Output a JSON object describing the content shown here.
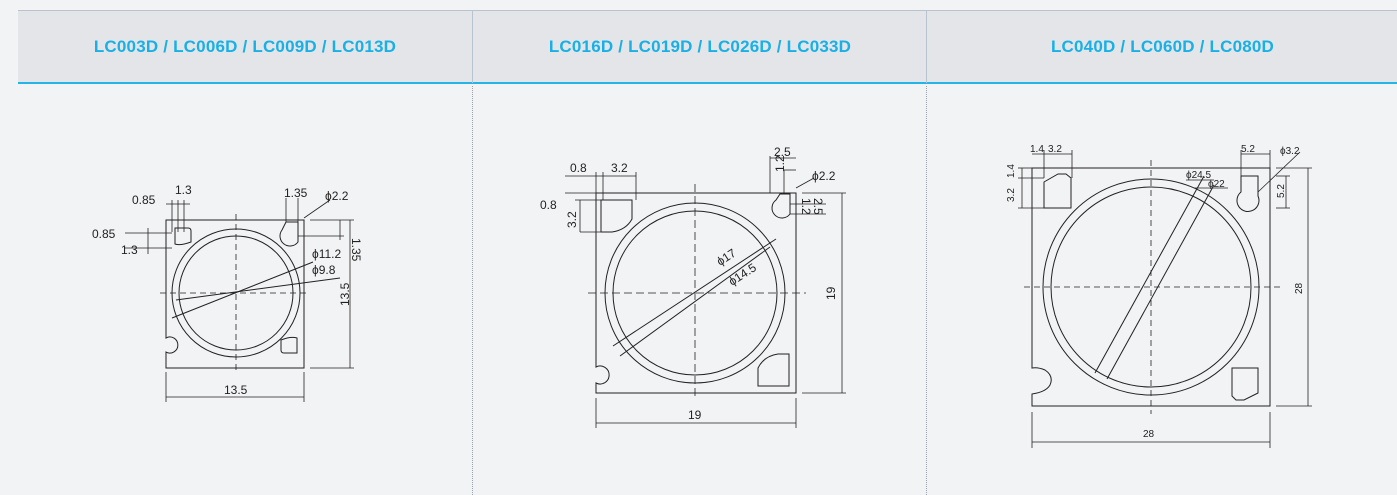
{
  "columns": [
    {
      "title": "LC003D / LC006D / LC009D / LC013D"
    },
    {
      "title": "LC016D / LC019D / LC026D / LC033D"
    },
    {
      "title": "LC040D / LC060D / LC080D"
    }
  ],
  "drawing1": {
    "outer": "13.5",
    "side": "13.5",
    "d1": "ϕ11.2",
    "d2": "ϕ9.8",
    "hole": "ϕ2.2",
    "w1": "0.85",
    "w2": "1.3",
    "w3": "0.85",
    "w4": "1.3",
    "t1": "1.35",
    "t2": "1.35"
  },
  "drawing2": {
    "outer": "19",
    "side": "19",
    "d1": "ϕ17",
    "d2": "ϕ14.5",
    "hole": "ϕ2.2",
    "a": "0.8",
    "b": "3.2",
    "c": "0.8",
    "d": "3.2",
    "e": "2.5",
    "f": "1.2",
    "g": "1.2",
    "h": "2.5"
  },
  "drawing3": {
    "outer": "28",
    "side": "28",
    "d1": "ϕ24.5",
    "d2": "ϕ22",
    "hole": "ϕ3.2",
    "a": "1.4",
    "b": "3.2",
    "c": "3.2",
    "d": "1.4",
    "e": "5.2",
    "f": "5.2"
  }
}
